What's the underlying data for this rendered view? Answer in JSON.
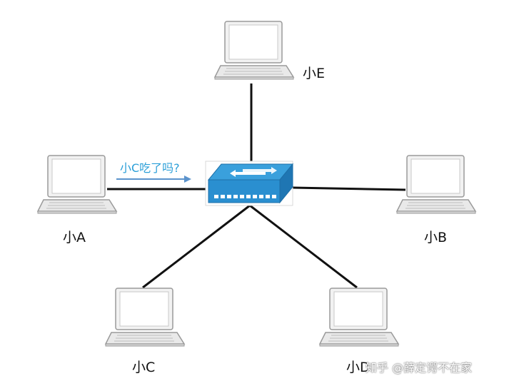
{
  "diagram": {
    "nodes": [
      {
        "id": "E",
        "label": "小E"
      },
      {
        "id": "A",
        "label": "小A"
      },
      {
        "id": "B",
        "label": "小B"
      },
      {
        "id": "C",
        "label": "小C"
      },
      {
        "id": "D",
        "label": "小D"
      }
    ],
    "center": {
      "id": "switch",
      "icon": "network-switch-icon"
    },
    "edges": [
      {
        "from": "switch",
        "to": "E"
      },
      {
        "from": "switch",
        "to": "A"
      },
      {
        "from": "switch",
        "to": "B"
      },
      {
        "from": "switch",
        "to": "C"
      },
      {
        "from": "switch",
        "to": "D"
      }
    ],
    "message": {
      "text": "小C吃了吗?",
      "from": "A",
      "to": "switch"
    },
    "colors": {
      "line": "#111111",
      "switch": "#2a8fd0",
      "message": "#2b9fd8"
    }
  },
  "watermark": "知乎 @薛定谔不在家"
}
